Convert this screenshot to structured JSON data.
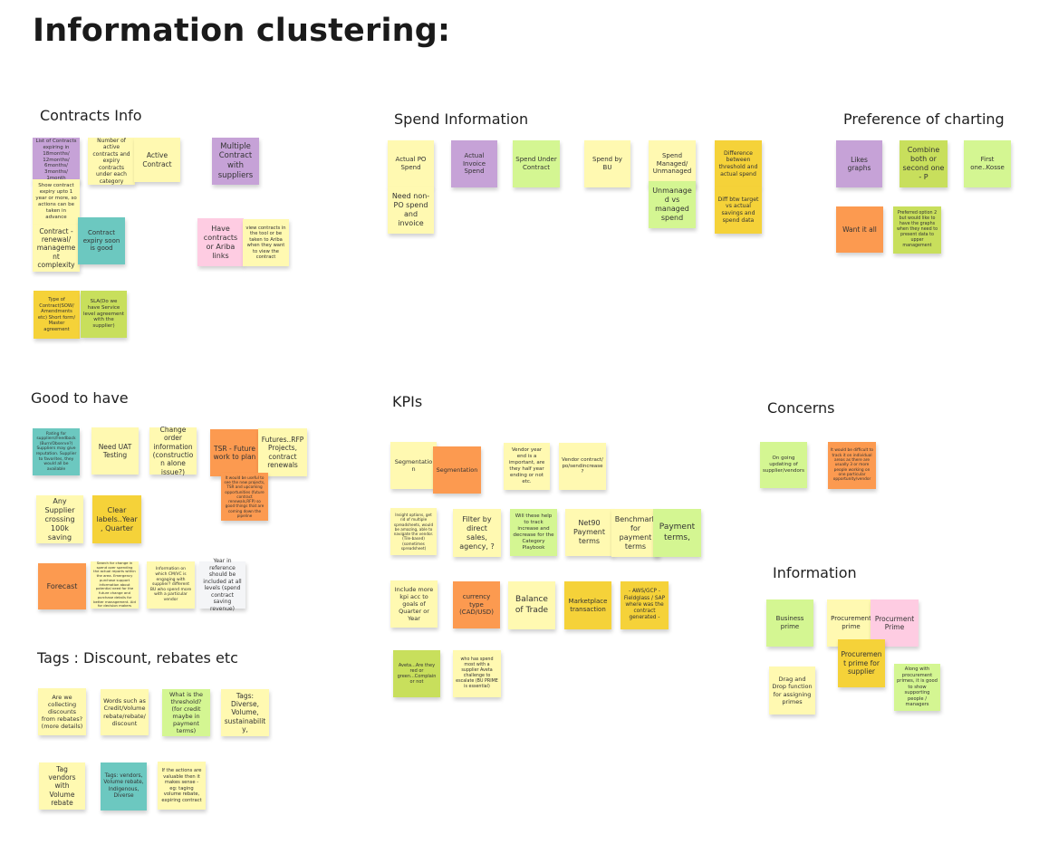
{
  "title": "Information clustering:",
  "colors": {
    "yellow": "#fff9b1",
    "purple": "#c6a2d7",
    "green": "#d4f692",
    "lime": "#c8df5c",
    "teal": "#6cc8c0",
    "orange": "#fc9a50",
    "darkyellow": "#f5d239",
    "pink": "#fecce2",
    "gray": "#f4f5f7"
  },
  "sections": [
    {
      "id": "contracts-info",
      "title": "Contracts Info"
    },
    {
      "id": "spend-information",
      "title": "Spend Information"
    },
    {
      "id": "preference-of-charting",
      "title": "Preference of charting"
    },
    {
      "id": "good-to-have",
      "title": "Good to have"
    },
    {
      "id": "kpis",
      "title": "KPIs"
    },
    {
      "id": "concerns",
      "title": "Concerns"
    },
    {
      "id": "information",
      "title": "Information"
    },
    {
      "id": "tags",
      "title": "Tags : Discount, rebates etc"
    }
  ],
  "notes": [
    {
      "text": "List of Contracts expiring in 18months/ 12months/ 6months/ 3months/ 1month",
      "color": "purple"
    },
    {
      "text": "Number of active contracts and expiry contracts under each category",
      "color": "yellow"
    },
    {
      "text": "Active Contract",
      "color": "yellow"
    },
    {
      "text": "Multiple Contract with suppliers",
      "color": "purple"
    },
    {
      "text": "Show contract expiry upto 1 year or more, so actions can be taken in advance",
      "color": "yellow"
    },
    {
      "text": "Contract - renewal/ management complexity",
      "color": "yellow"
    },
    {
      "text": "Contract expiry soon is good",
      "color": "teal"
    },
    {
      "text": "Have contracts or Ariba links",
      "color": "pink"
    },
    {
      "text": "view contracts in the tool or be taken to Ariba when they want to view the contract",
      "color": "yellow"
    },
    {
      "text": "Type of Contract(SOW/ Amendments etc) Short form/ Master agreement",
      "color": "darkyellow"
    },
    {
      "text": "SLA(Do we have Service level agreement with the supplier)",
      "color": "lime"
    },
    {
      "text": "Actual PO Spend",
      "color": "yellow"
    },
    {
      "text": "Actual Invoice Spend",
      "color": "purple"
    },
    {
      "text": "Spend Under Contract",
      "color": "green"
    },
    {
      "text": "Spend by BU",
      "color": "yellow"
    },
    {
      "text": "Spend Managed/ Unmanaged",
      "color": "yellow"
    },
    {
      "text": "Difference between threshold and actual spend",
      "color": "darkyellow"
    },
    {
      "text": "Need non-PO spend and invoice",
      "color": "yellow"
    },
    {
      "text": "Unmanaged vs managed spend",
      "color": "green"
    },
    {
      "text": "Diff btw target vs actual savings and spend data",
      "color": "darkyellow"
    },
    {
      "text": "Likes graphs",
      "color": "purple"
    },
    {
      "text": "Combine both or second one - P",
      "color": "lime"
    },
    {
      "text": "First one..Kosse",
      "color": "green"
    },
    {
      "text": "Want it all",
      "color": "orange"
    },
    {
      "text": "Preferred option 2 but would like to have the graphs when they need to present data to upper management",
      "color": "lime"
    },
    {
      "text": "Rating for suppliers/Feedback (Burn/Observe?) Suppliers may give reputation. Supplier to favorites, they would all be available",
      "color": "teal"
    },
    {
      "text": "Need UAT Testing",
      "color": "yellow"
    },
    {
      "text": "Change order information (construction alone issue?)",
      "color": "yellow"
    },
    {
      "text": "TSR - Future work to plan",
      "color": "orange"
    },
    {
      "text": "Futures..RFP Projects, contract renewals",
      "color": "yellow"
    },
    {
      "text": "It would be useful to see the new projects, TSR and upcoming opportunities (future contract renewals,RFP) so good things that are coming down the pipeline",
      "color": "orange"
    },
    {
      "text": "Any Supplier crossing 100k saving",
      "color": "yellow"
    },
    {
      "text": "Clear labels..Year, Quarter",
      "color": "darkyellow"
    },
    {
      "text": "Forecast",
      "color": "orange"
    },
    {
      "text": "Search for change in spend over spending the actual reports within the area. Emergency purchase support information about potential need for the future change and purchase details for better management. Aid for decision makers",
      "color": "yellow"
    },
    {
      "text": "Information on which CM/VC is engaging with supplier? different BU who spend more with a particular vendor",
      "color": "yellow"
    },
    {
      "text": "Year in reference should be included at all levels (spend contract saving revenue)",
      "color": "gray"
    },
    {
      "text": "Segmentation",
      "color": "yellow"
    },
    {
      "text": "Segmentation",
      "color": "orange"
    },
    {
      "text": "Vendor year end is a important, are they half year ending or not etc.",
      "color": "yellow"
    },
    {
      "text": "Vendor contract/ po/sendincrease?",
      "color": "yellow"
    },
    {
      "text": "Insight options, get rid of multiple spreadsheets, would be amazing, able to navigate the vendor. (Tile-based) (sometimes spreadsheet)",
      "color": "yellow"
    },
    {
      "text": "Filter by direct sales, agency, ?",
      "color": "yellow"
    },
    {
      "text": "Will these help to track increase and decrease for the Category Playbook",
      "color": "green"
    },
    {
      "text": "Net90 Payment terms",
      "color": "yellow"
    },
    {
      "text": "Benchmark for payment terms",
      "color": "yellow"
    },
    {
      "text": "Payment terms,",
      "color": "green"
    },
    {
      "text": "Include more kpi acc to goals of Quarter or Year",
      "color": "yellow"
    },
    {
      "text": "currency type (CAD/USD)",
      "color": "orange"
    },
    {
      "text": "Balance of Trade",
      "color": "yellow"
    },
    {
      "text": "Marketplace transaction",
      "color": "darkyellow"
    },
    {
      "text": "- AWS/GCP - Fieldglass / SAP where was the contract generated -",
      "color": "darkyellow"
    },
    {
      "text": "Aveta...Are they red or green...Complain or not",
      "color": "lime"
    },
    {
      "text": "who has spend most with a supplier Aveta challenge to escalate (BU PRIME is essential)",
      "color": "yellow"
    },
    {
      "text": "On going updating of supplier/vendors",
      "color": "green"
    },
    {
      "text": "It would be difficult to track it on individual areas as there are usually 3 or more people working on one particular opportunity/vendor",
      "color": "orange"
    },
    {
      "text": "Business prime",
      "color": "green"
    },
    {
      "text": "Procurement prime",
      "color": "yellow"
    },
    {
      "text": "Procurment Prime",
      "color": "pink"
    },
    {
      "text": "Procurement prime for supplier",
      "color": "darkyellow"
    },
    {
      "text": "Drag and Drop function for assigning primes",
      "color": "yellow"
    },
    {
      "text": "Along with procurement primes, it is good to show supporting people / managers",
      "color": "green"
    },
    {
      "text": "Are we collecting discounts from rebates?(more details)",
      "color": "yellow"
    },
    {
      "text": "Words such as Credit/Volume rebate/rebate/ discount",
      "color": "yellow"
    },
    {
      "text": "What is the threshold? (for credit maybe in payment terms)",
      "color": "green"
    },
    {
      "text": "Tags: Diverse, Volume, sustainability,",
      "color": "yellow"
    },
    {
      "text": "Tag vendors with Volume rebate",
      "color": "yellow"
    },
    {
      "text": "Tags: vendors, Volume rebate, Indigenous, Diverse",
      "color": "teal"
    },
    {
      "text": "If the actions are valuable then it makes sense - eg: taging volume rebate, expiring contract",
      "color": "yellow"
    }
  ]
}
